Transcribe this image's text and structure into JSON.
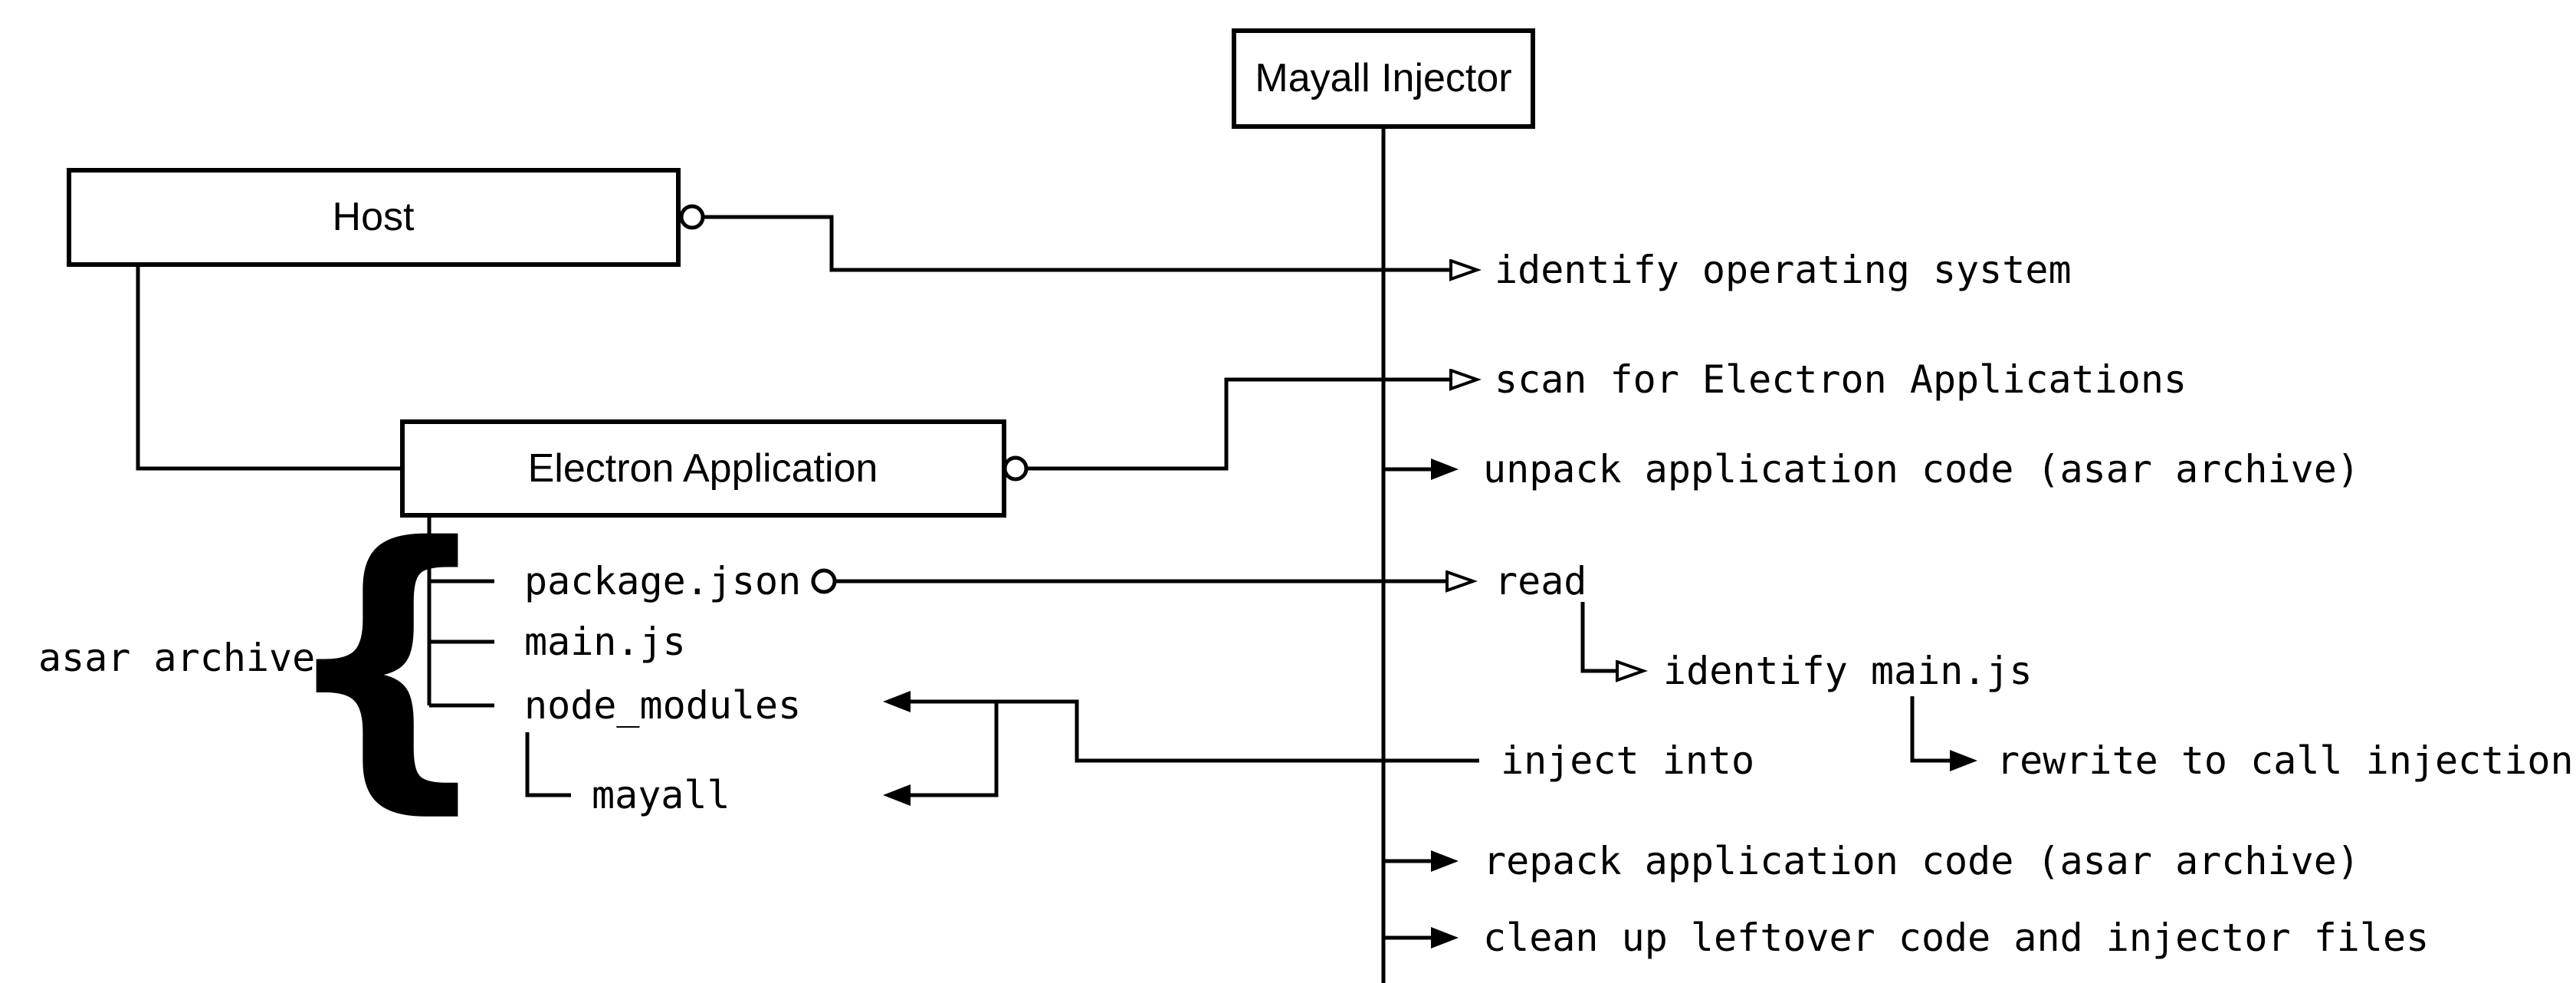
{
  "boxes": {
    "injector": "Mayall Injector",
    "host": "Host",
    "electron_app": "Electron Application"
  },
  "file_tree": {
    "brace_label": "asar archive",
    "brace_glyph": "{",
    "children": [
      "package.json",
      "main.js",
      "node_modules"
    ],
    "nested_child": "mayall"
  },
  "actions": {
    "identify_os": "identify operating system",
    "scan": "scan for Electron Applications",
    "unpack": "unpack application code (asar archive)",
    "read": "read",
    "identify_main": "identify main.js",
    "rewrite": "rewrite to call injection",
    "inject": "inject into",
    "repack": "repack application code (asar archive)",
    "cleanup": "clean up leftover code and injector files"
  },
  "colors": {
    "stroke": "#000000",
    "background": "#ffffff"
  }
}
